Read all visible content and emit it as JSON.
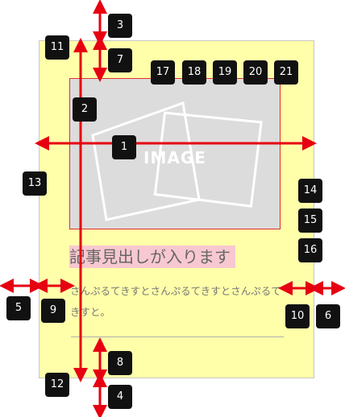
{
  "image": {
    "label": "IMAGE"
  },
  "article": {
    "headline": "記事見出しが入ります",
    "body": "さんぷるてきすとさんぷるてきすとさんぷるてきすと。"
  },
  "badges": {
    "b1": "1",
    "b2": "2",
    "b3": "3",
    "b4": "4",
    "b5": "5",
    "b6": "6",
    "b7": "7",
    "b8": "8",
    "b9": "9",
    "b10": "10",
    "b11": "11",
    "b12": "12",
    "b13": "13",
    "b14": "14",
    "b15": "15",
    "b16": "16",
    "b17": "17",
    "b18": "18",
    "b19": "19",
    "b20": "20",
    "b21": "21"
  },
  "colors": {
    "card_bg": "#ffffaa",
    "arrow": "#e60012",
    "image_placeholder": "#dcdcdc",
    "headline_highlight": "#f8c8d0",
    "badge": "#111111"
  }
}
